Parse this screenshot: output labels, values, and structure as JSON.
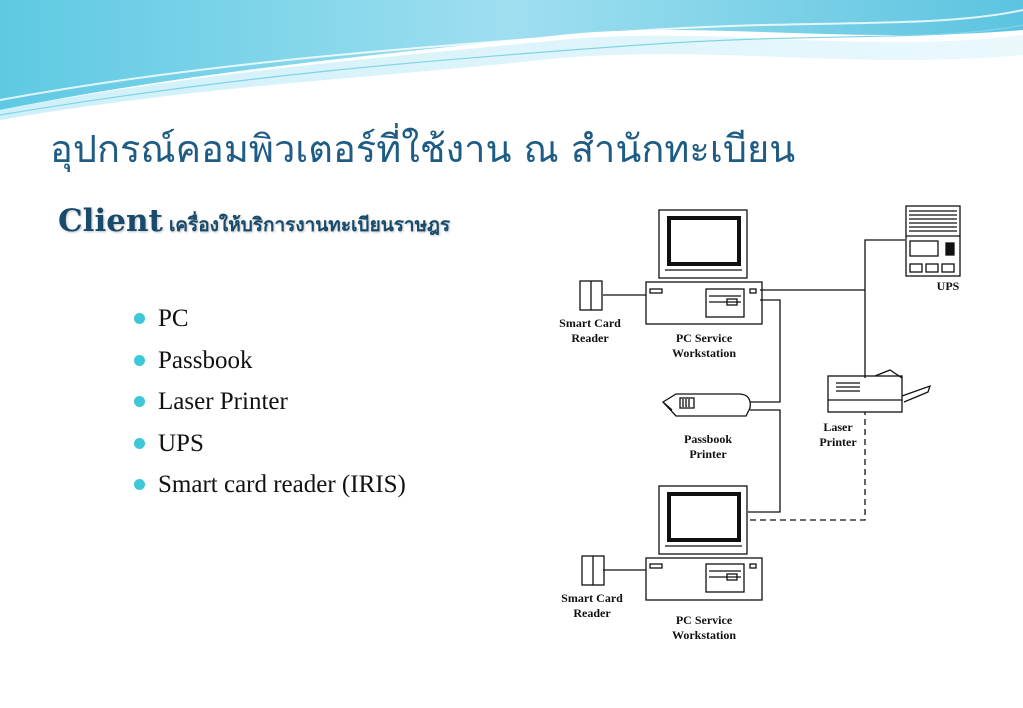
{
  "slide": {
    "title": "อุปกรณ์คอมพิวเตอร์ที่ใช้งาน ณ สำนักทะเบียน",
    "subtitle_en": "Client",
    "subtitle_th": "เครื่องให้บริการงานทะเบียนราษฎร",
    "bullets": [
      "PC",
      "Passbook",
      "Laser Printer",
      "UPS",
      "Smart card reader (IRIS)"
    ],
    "accent_color": "#3ec7d6",
    "title_color": "#1f5c85"
  },
  "diagram": {
    "ups_label": "UPS",
    "smart_card_reader_top": [
      "Smart Card",
      "Reader"
    ],
    "pc_workstation_top": [
      "PC Service",
      "Workstation"
    ],
    "passbook_printer": [
      "Passbook",
      "Printer"
    ],
    "laser_printer": [
      "Laser",
      "Printer"
    ],
    "smart_card_reader_bottom": [
      "Smart Card",
      "Reader"
    ],
    "pc_workstation_bottom": [
      "PC Service",
      "Workstation"
    ]
  }
}
